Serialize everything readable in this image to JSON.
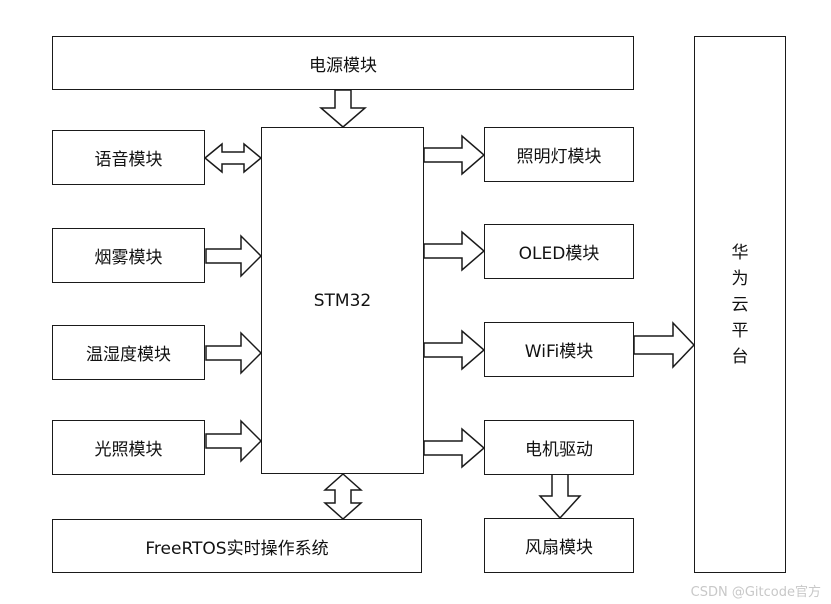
{
  "blocks": {
    "power": "电源模块",
    "voice": "语音模块",
    "smoke": "烟雾模块",
    "temp_humidity": "温湿度模块",
    "light_sensor": "光照模块",
    "mcu": "STM32",
    "rtos": "FreeRTOS实时操作系统",
    "lighting": "照明灯模块",
    "oled": "OLED模块",
    "wifi": "WiFi模块",
    "motor": "电机驱动",
    "fan": "风扇模块",
    "cloud_chars": [
      "华",
      "为",
      "云",
      "平",
      "台"
    ]
  },
  "watermark": "CSDN @Gitcode官方",
  "colors": {
    "stroke": "#1a1a1a",
    "fill": "#ffffff"
  }
}
